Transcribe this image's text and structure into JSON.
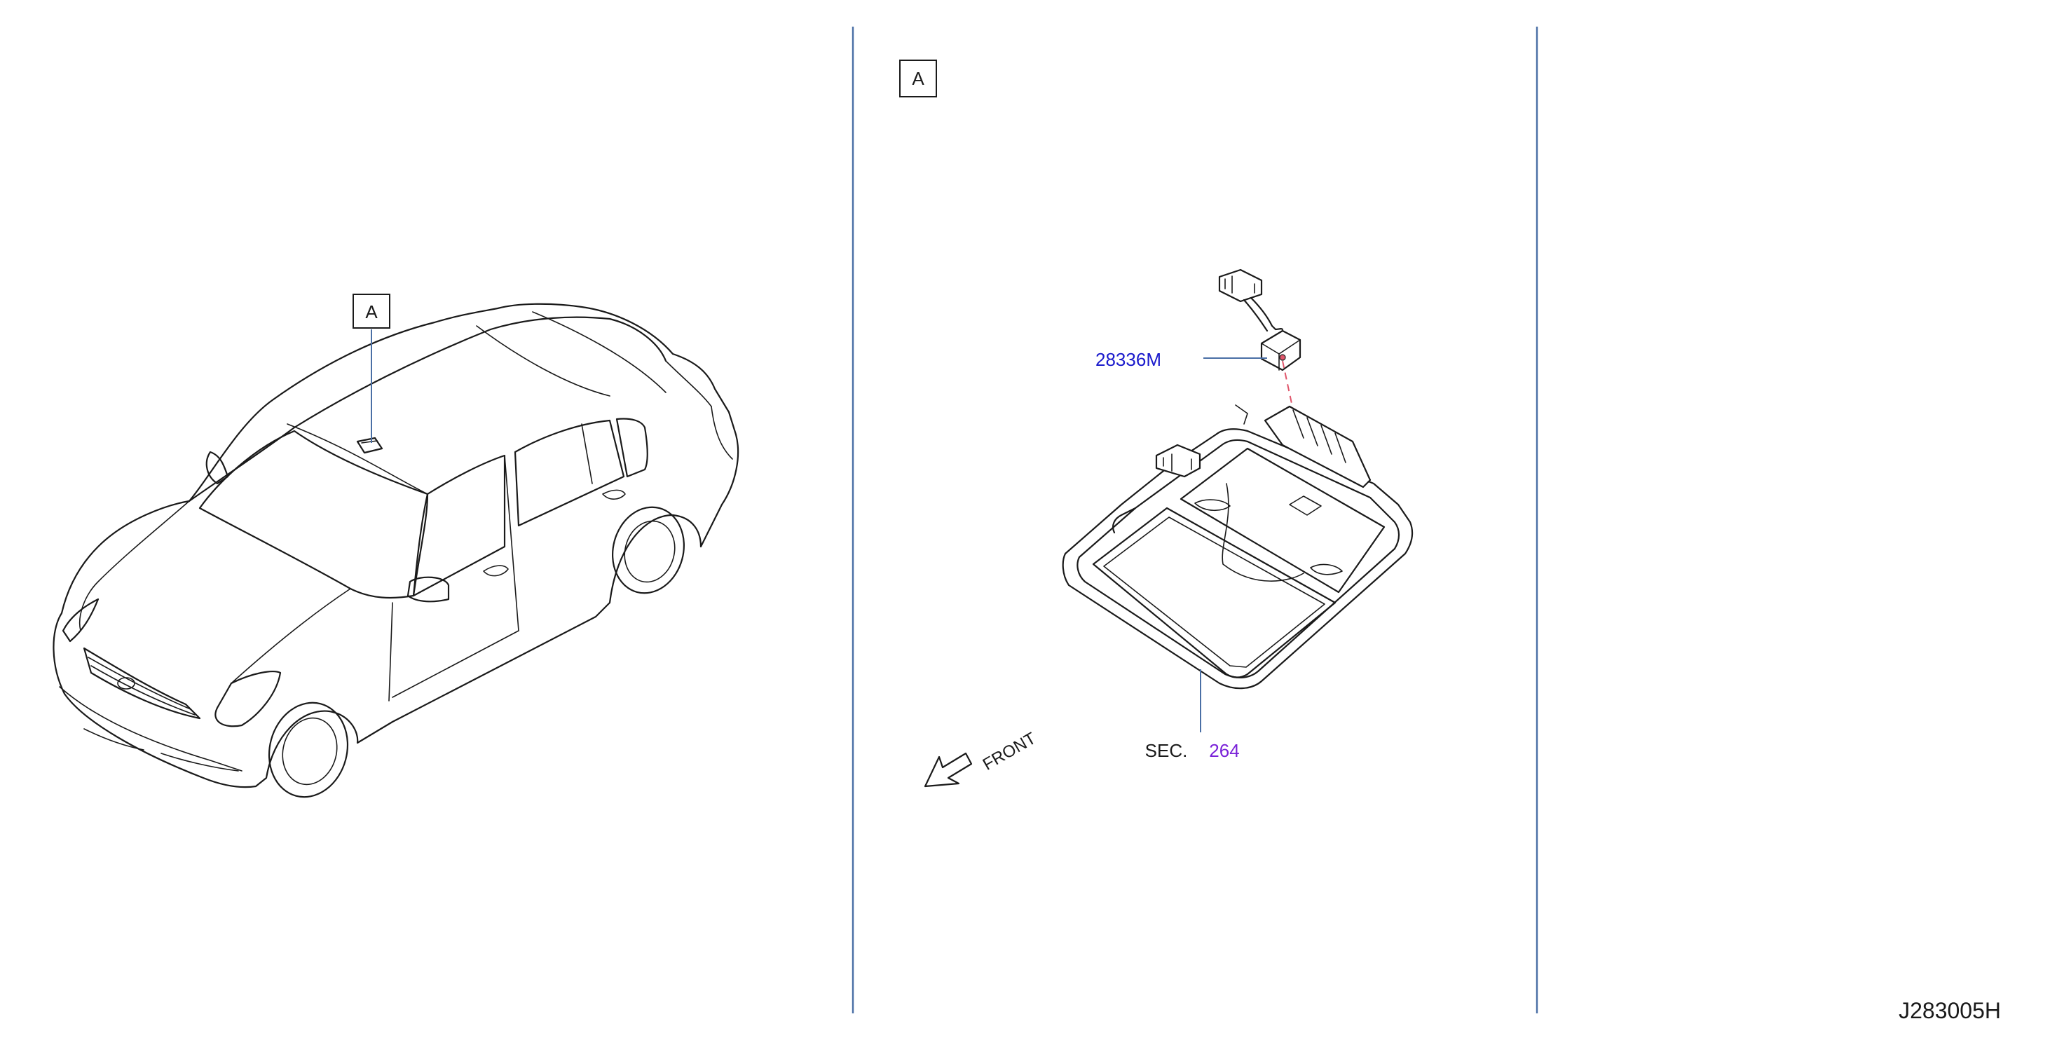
{
  "view_label_car": "A",
  "view_label_detail": "A",
  "parts": {
    "connector_part_number": "28336M",
    "section_prefix": "SEC.",
    "section_number": "264"
  },
  "direction_label": "FRONT",
  "drawing_id": "J283005H",
  "colors": {
    "part_number": "#1a1acc",
    "section_number": "#7a22d8",
    "divider": "#4a6fa5",
    "dashed_link": "#e0566b",
    "ink": "#1a1a1a"
  }
}
